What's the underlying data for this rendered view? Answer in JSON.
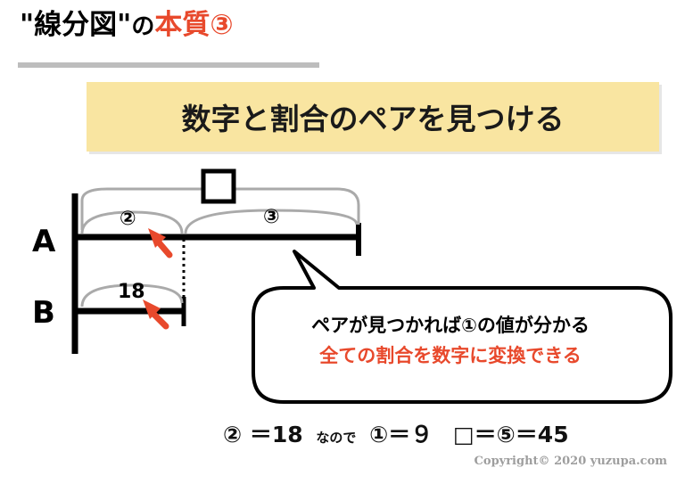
{
  "title": {
    "quote_open": "\"",
    "main": "線分図",
    "quote_close": "\"",
    "particle": "の",
    "accent": "本質③"
  },
  "banner": {
    "text": "数字と割合のペアを見つける"
  },
  "diagram": {
    "label_a": "A",
    "label_b": "B",
    "box_top": "□",
    "ratio_a_left": "②",
    "ratio_a_right": "③",
    "value_b": "18"
  },
  "callout": {
    "line1": "ペアが見つかれば①の値が分かる",
    "line2": "全ての割合を数字に変換できる"
  },
  "formula": {
    "part1": "② ＝18",
    "part2": "なので",
    "part3": "①＝９",
    "part4": "□＝⑤＝45"
  },
  "copyright": "Copyright© 2020 yuzupa.com",
  "colors": {
    "accent": "#e8492c",
    "banner_bg": "#f9e5a1",
    "rule": "#bdbdbd"
  }
}
